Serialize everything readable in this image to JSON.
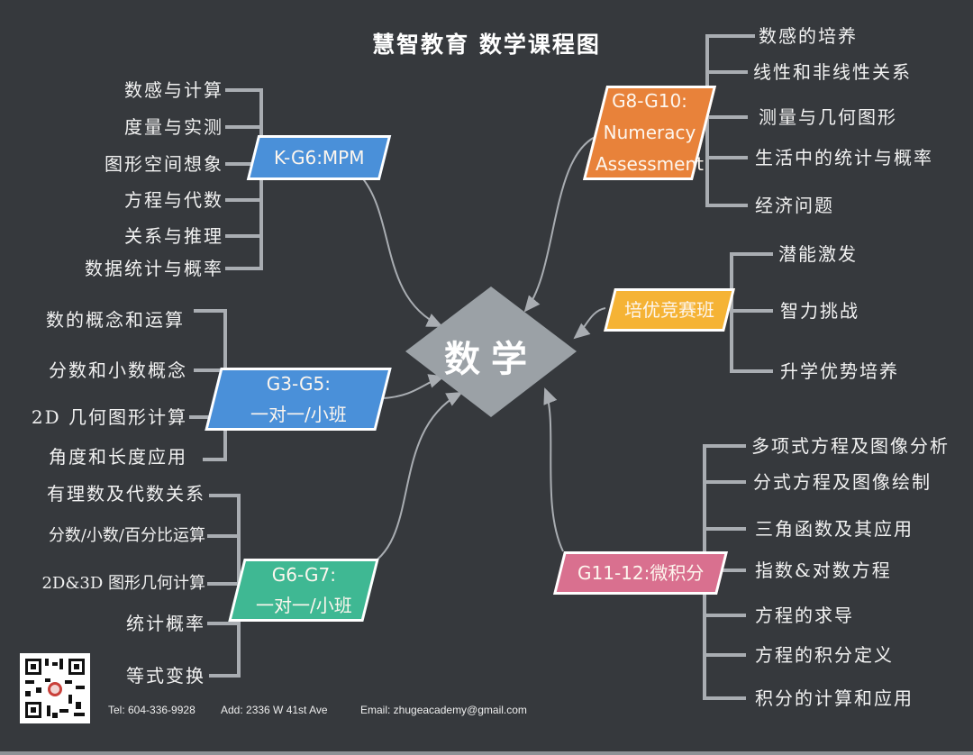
{
  "title": "慧智教育 数学课程图",
  "center": "数学",
  "branches": {
    "k_g6": {
      "label": "K-G6:MPM",
      "color": "#4a90d9",
      "items": [
        "数感与计算",
        "度量与实测",
        "图形空间想象",
        "方程与代数",
        "关系与推理",
        "数据统计与概率"
      ]
    },
    "g3_g5": {
      "label_1": "G3-G5:",
      "label_2": "一对一/小班",
      "color": "#4a90d9",
      "items": [
        "数的概念和运算",
        "分数和小数概念",
        "2D 几何图形计算",
        "角度和长度应用"
      ]
    },
    "g6_g7": {
      "label_1": "G6-G7:",
      "label_2": "一对一/小班",
      "color": "#3fb893",
      "items": [
        "有理数及代数关系",
        "分数/小数/百分比运算",
        "2D&3D 图形几何计算",
        "统计概率",
        "等式变换"
      ]
    },
    "g8_g10": {
      "label_1": "G8-G10:",
      "label_2": "Numeracy",
      "label_3": "Assessment",
      "color": "#e8823a",
      "items": [
        "数感的培养",
        "线性和非线性关系",
        "测量与几何图形",
        "生活中的统计与概率",
        "经济问题"
      ]
    },
    "competition": {
      "label": "培优竞赛班",
      "color": "#f5b335",
      "items": [
        "潜能激发",
        "智力挑战",
        "升学优势培养"
      ]
    },
    "g11_12": {
      "label": "G11-12:微积分",
      "color": "#d9708f",
      "items": [
        "多项式方程及图像分析",
        "分式方程及图像绘制",
        "三角函数及其应用",
        "指数&对数方程",
        "方程的求导",
        "方程的积分定义",
        "积分的计算和应用"
      ]
    }
  },
  "footer": {
    "tel": "Tel: 604-336-9928",
    "address": "Add: 2336 W 41st Ave",
    "email": "Email: zhugeacademy@gmail.com"
  }
}
